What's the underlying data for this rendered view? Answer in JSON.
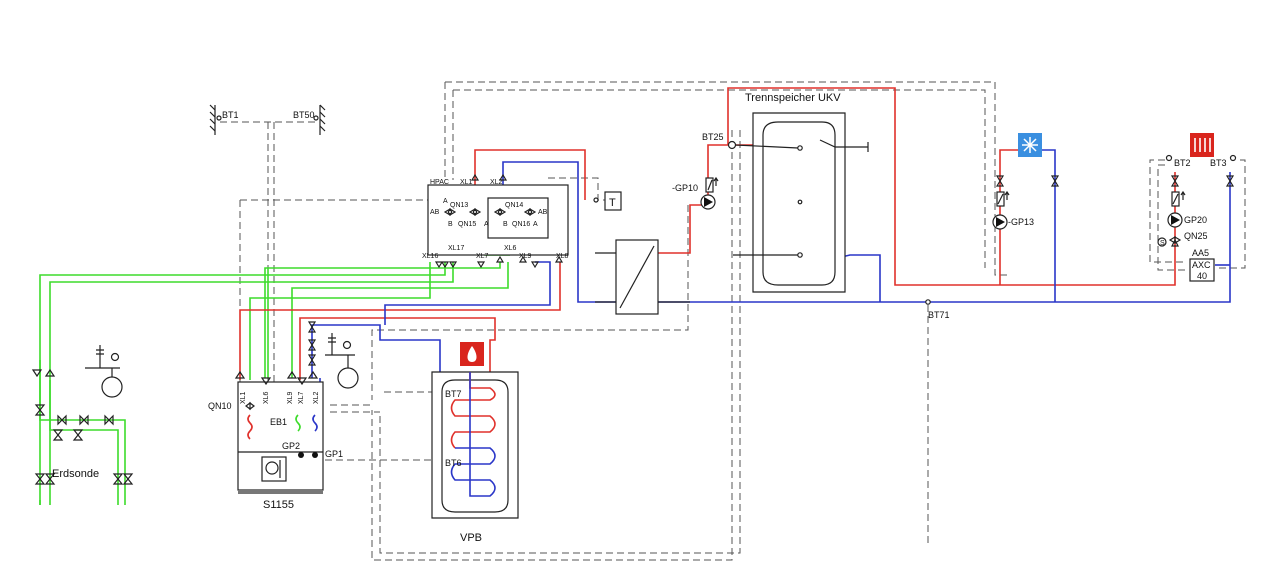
{
  "labels": {
    "bt1": "BT1",
    "bt50": "BT50",
    "hpac": "HPAC",
    "xl1": "XL1",
    "xl2": "XL2",
    "qn13": "QN13",
    "qn14": "QN14",
    "qn15": "QN15",
    "qn16": "QN16",
    "xl16": "XL16",
    "xl17": "XL17",
    "xl6": "XL6",
    "xl7": "XL7",
    "xl9": "XL9",
    "xl8": "XL8",
    "t": "T",
    "gp10": "-GP10",
    "bt25": "BT25",
    "trennspeicher": "Trennspeicher UKV",
    "gp13": "-GP13",
    "bt2": "BT2",
    "bt3": "BT3",
    "gp20": "GP20",
    "qn25": "QN25",
    "aa5": "AA5",
    "axc": "AXC",
    "axc40": "40",
    "bt71": "BT71",
    "qn10": "QN10",
    "eb1": "EB1",
    "gp2": "GP2",
    "gp1": "GP1",
    "s1155": "S1155",
    "bt7": "BT7",
    "bt6": "BT6",
    "vpb": "VPB",
    "erdsonde": "Erdsonde",
    "s1155_ports": [
      "XL1",
      "XL6",
      "XL9",
      "XL7",
      "XL2"
    ]
  },
  "colors": {
    "supply": "#e0312b",
    "return": "#2a36c8",
    "brine": "#3ddc2b",
    "heating_badge": "#d9251d",
    "cooling_badge": "#3a8fe0"
  },
  "icons": {
    "cooling": "snowflake-icon",
    "heating": "radiator-icon",
    "hot_water": "flame-icon"
  }
}
